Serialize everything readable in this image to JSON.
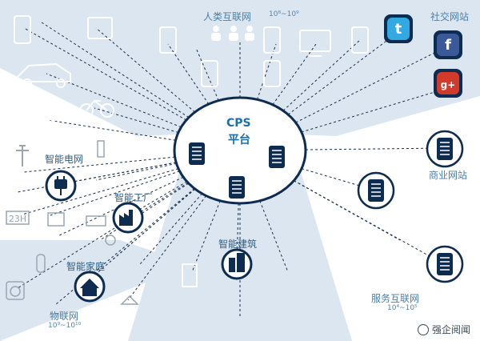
{
  "center": {
    "title": "CPS",
    "subtitle": "平台"
  },
  "labels": {
    "human_internet": "人类互联网",
    "human_internet_scale": "10⁸~10⁹",
    "social_sites": "社交网站",
    "commerce_sites": "商业网站",
    "service_internet": "服务互联网",
    "service_internet_scale": "10⁴~10⁵",
    "smart_grid": "智能电网",
    "smart_factory": "智能工厂",
    "smart_building": "智能建筑",
    "smart_home": "智能家庭",
    "iot": "物联网",
    "iot_scale": "10⁹~10¹⁰",
    "grid_panel_text": "23H"
  },
  "social_icons": {
    "twitter": "t",
    "facebook": "f",
    "googleplus": "g+"
  },
  "watermark": "强企阅闻",
  "colors": {
    "navy": "#0e2c4f",
    "sector_fill": "#dbe6f0",
    "device_outline": "#ffffff",
    "dashed_line": "#1b2e45",
    "label_blue": "#4a7fa8",
    "twitter": "#32a9e0",
    "facebook": "#3b5998",
    "googleplus": "#d23b2c"
  }
}
